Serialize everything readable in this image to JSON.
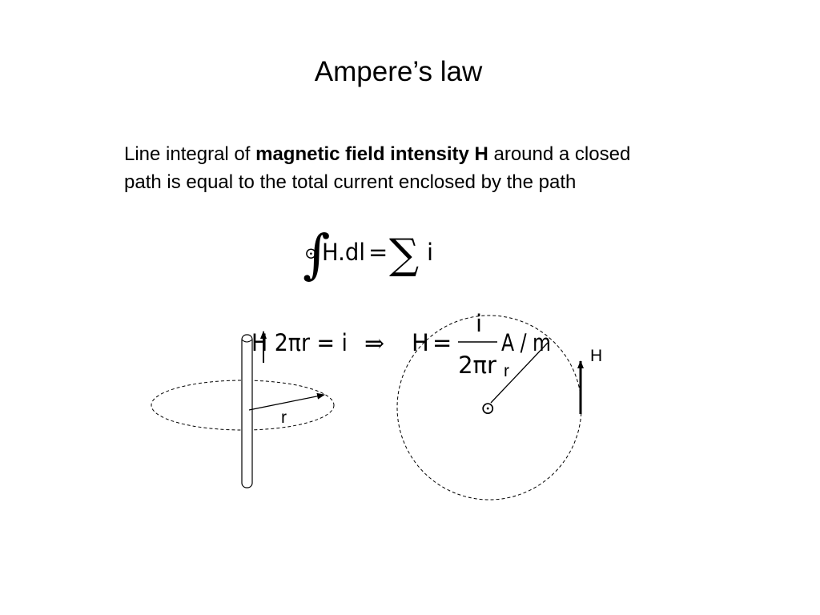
{
  "slide": {
    "title": "Ampere’s law",
    "definition": {
      "before": "Line integral of ",
      "emphasis": "magnetic field intensity H",
      "after": " around a closed path is equal to the total current enclosed by the path"
    }
  },
  "integral_equation": {
    "integral_sign": "∫",
    "closed_loop_mark": "⊙",
    "integrand": "H.dl",
    "equals": "=",
    "sum_sign": "∑",
    "rhs": "i"
  },
  "derived_equation": {
    "lhs": "H 2πr = i",
    "implies": "⇒",
    "result_symbol": "H",
    "equals": "=",
    "numerator": "i",
    "denominator": "2πr",
    "unit": "A / m"
  },
  "wire_figure": {
    "radius_label": "r"
  },
  "circle_figure": {
    "radius_label": "r",
    "center_mark": "⊙",
    "field_label": "H"
  },
  "colors": {
    "ink": "#000000",
    "background": "#ffffff"
  }
}
